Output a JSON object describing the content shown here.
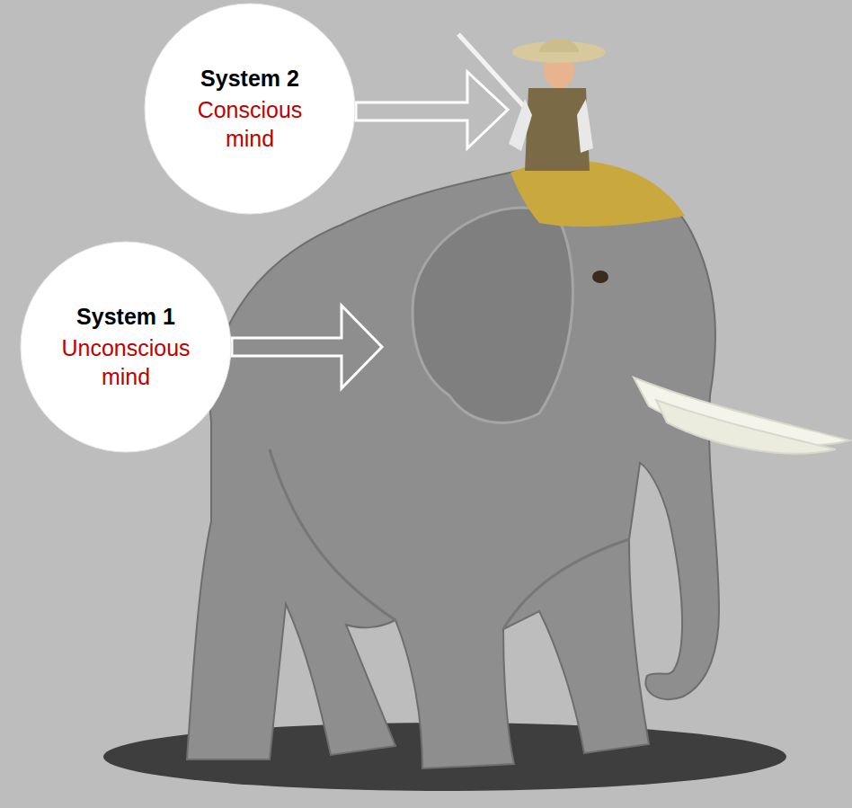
{
  "diagram": {
    "nodes": [
      {
        "text": [
          "System 2",
          "Conscious mind"
        ]
      },
      {
        "text": [
          "System 1",
          "Unconscious mind"
        ]
      }
    ]
  }
}
